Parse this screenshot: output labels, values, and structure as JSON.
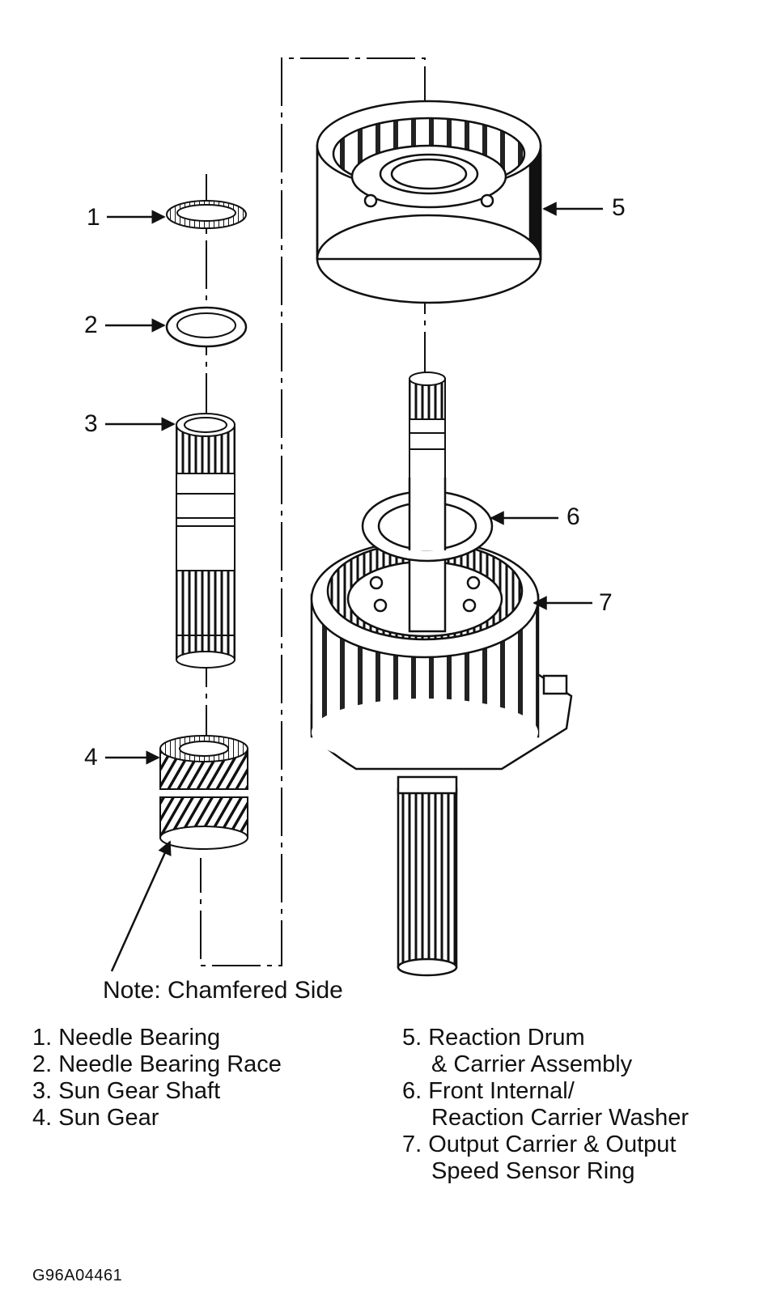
{
  "callouts": [
    "1",
    "2",
    "3",
    "4",
    "5",
    "6",
    "7"
  ],
  "note": "Note: Chamfered Side",
  "legend_left": [
    "1. Needle Bearing",
    "2. Needle Bearing Race",
    "3. Sun Gear Shaft",
    "4. Sun Gear"
  ],
  "legend_right": [
    "5. Reaction Drum",
    "& Carrier Assembly",
    "6. Front Internal/",
    "Reaction Carrier Washer",
    "7. Output Carrier & Output",
    "Speed Sensor Ring"
  ],
  "figure_id": "G96A04461"
}
